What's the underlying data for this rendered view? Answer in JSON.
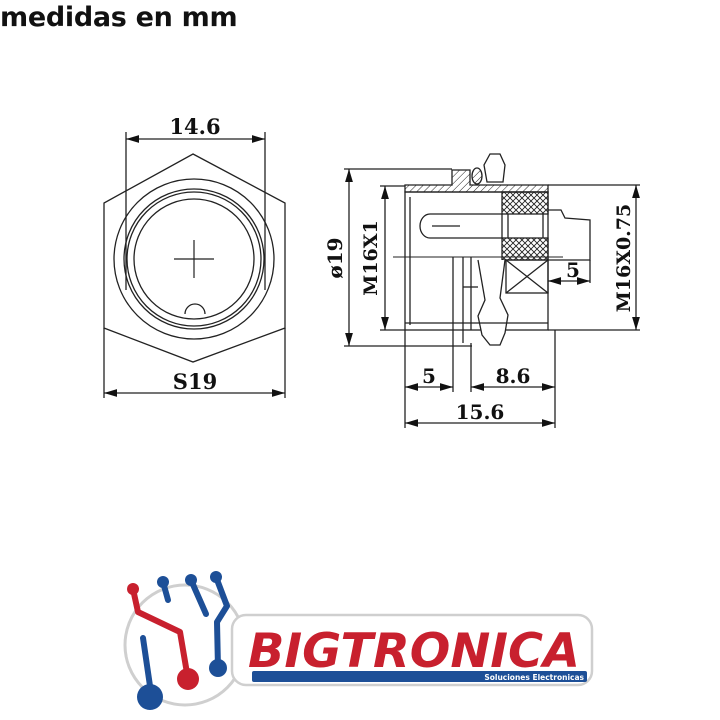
{
  "header": {
    "title": "medidas en mm"
  },
  "front_view": {
    "dim_top": "14.6",
    "dim_bottom": "S19"
  },
  "side_view": {
    "dim_diameter": "ø19",
    "dim_thread_left": "M16X1",
    "dim_thread_right": "M16X0.75",
    "dim_pin_offset": "5",
    "dim_front_length": "5",
    "dim_rear_length": "8.6",
    "dim_total_length": "15.6"
  },
  "logo": {
    "brand": "BIGTRONICA",
    "tagline": "Soluciones Electronicas",
    "colors": {
      "red": "#c8202e",
      "blue": "#1d4f97",
      "white": "#ffffff",
      "ring": "#cfcfcf"
    }
  }
}
